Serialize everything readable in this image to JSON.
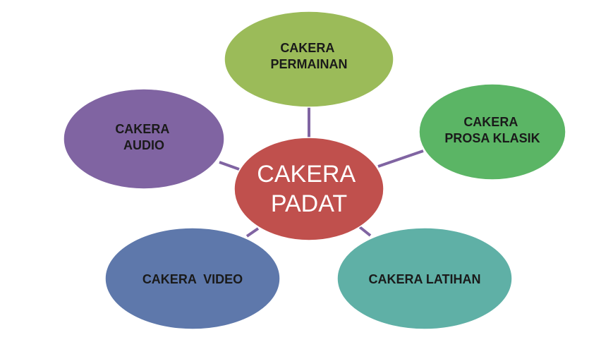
{
  "diagram": {
    "center": {
      "lines": [
        "CAKERA",
        "PADAT"
      ],
      "color": "#c0504d"
    },
    "nodes": {
      "permainan": {
        "lines": [
          "CAKERA",
          "PERMAINAN"
        ],
        "color": "#9bbb59"
      },
      "prosa": {
        "lines": [
          "CAKERA",
          "PROSA KLASIK"
        ],
        "color": "#5bb565"
      },
      "latihan": {
        "lines": [
          "CAKERA LATIHAN"
        ],
        "color": "#5fb0a6"
      },
      "video": {
        "lines": [
          "CAKERA  VIDEO"
        ],
        "color": "#5e78ab"
      },
      "audio": {
        "lines": [
          "CAKERA",
          "AUDIO"
        ],
        "color": "#8064a2"
      }
    },
    "connector_color": "#8064a2"
  }
}
